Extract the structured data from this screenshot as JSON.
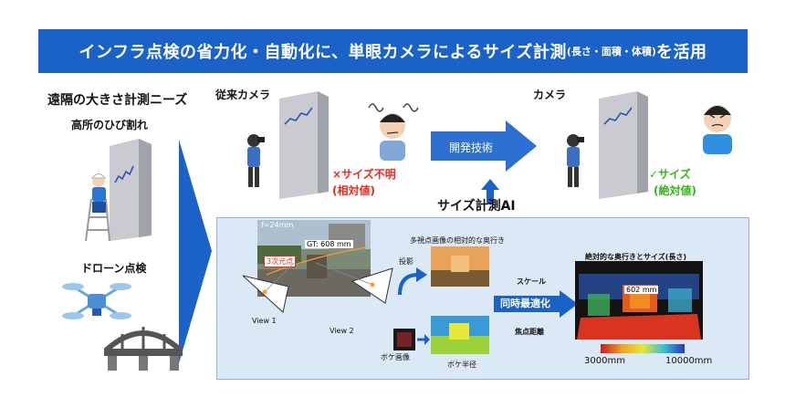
{
  "banner": {
    "main_before": "インフラ点検の省力化・自動化に、単眼カメラによるサイズ計測",
    "small": "(長さ・面積・体積)",
    "main_after": "を活用"
  },
  "left": {
    "title": "遠隔の大きさ計測ニーズ",
    "crack_label": "高所のひび割れ",
    "drone_label": "ドローン点検"
  },
  "conventional": {
    "title": "従来カメラ",
    "result_line1": "×サイズ不明",
    "result_line2": "(相対値)"
  },
  "dev_tech_label": "開発技術",
  "proposed": {
    "title": "カメラ",
    "result_line1": "✓サイズ",
    "result_line2": "(絶対値)"
  },
  "ai_label": "サイズ計測AI",
  "process": {
    "photo_f": "f=24mm",
    "gt_label": "GT: 608 mm",
    "point3d": "3次元点",
    "view1": "View 1",
    "view2": "View 2",
    "multi_depth": "多視点画像の相対的な奥行き",
    "projection": "投影",
    "bokeh_image": "ボケ画像",
    "bokeh_radius": "ボケ半径",
    "scale": "スケール",
    "simultaneous": "同時最適化",
    "focal": "焦点距離",
    "abs_title": "絶対的な奥行きとサイズ(長さ)",
    "measured": "602 mm",
    "range_min": "3000mm",
    "range_max": "10000mm"
  },
  "colors": {
    "banner": "#1a62c8",
    "arrow": "#1a62c8",
    "ng": "#e8291c",
    "ok": "#33b51a",
    "panel": "#dbe8f6"
  }
}
